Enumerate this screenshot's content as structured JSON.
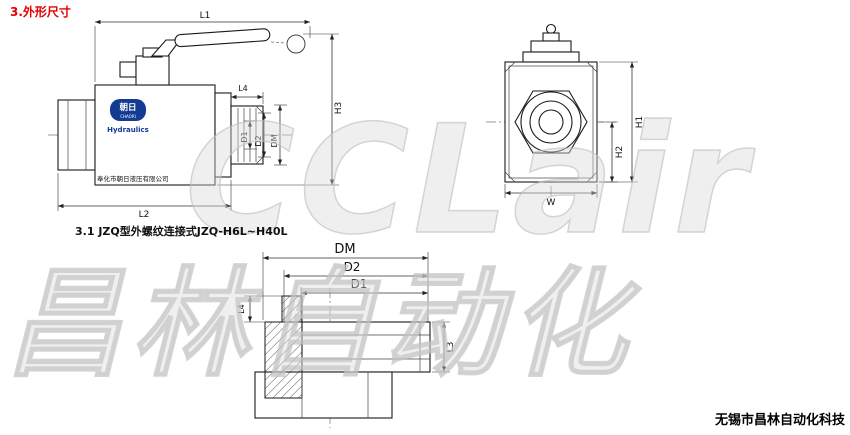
{
  "page": {
    "section_title": "3.外形尺寸",
    "figure_caption": "3.1 JZQ型外螺纹连接式JZQ-H6L~H40L",
    "footer_company": "无锡市昌林自动化科技"
  },
  "watermark": {
    "line1": "CCLair",
    "line2": "昌林自动化"
  },
  "valve": {
    "logo_cn": "朝日",
    "logo_en": "CHAORI",
    "logo_sub": "Hydraulics",
    "body_company": "奉化市朝日液压有限公司"
  },
  "dims": {
    "L1": "L1",
    "L2": "L2",
    "L3": "L3",
    "L4": "L4",
    "H1": "H1",
    "H2": "H2",
    "H3": "H3",
    "D1": "D1",
    "D2": "D2",
    "DM": "DM",
    "W": "W"
  }
}
